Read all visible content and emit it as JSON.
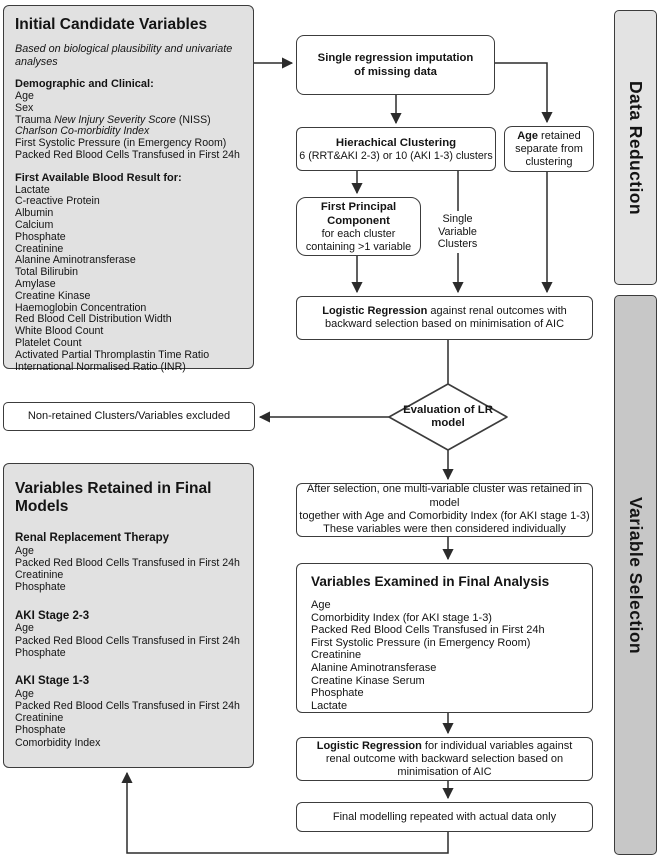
{
  "colors": {
    "node_border": "#3c3c3c",
    "gray_box": "#e1e1e1",
    "data_reduction_label_bg": "#e3e3e3",
    "variable_selection_label_bg": "#c7c7c7",
    "arrow": "#2b2b2b"
  },
  "initial_box": {
    "title": "Initial Candidate Variables",
    "subtitle": "Based on biological plausibility and univariate analyses",
    "demographic": {
      "header": "Demographic and Clinical:",
      "age": "Age",
      "sex": "Sex",
      "trauma_prefix": "Trauma ",
      "trauma_italic": "New Injury Severity Score",
      "trauma_suffix": " (NISS)",
      "charlson": "Charlson Co-morbidity Index",
      "systolic": "First Systolic Pressure (in Emergency Room)",
      "prbc": "Packed Red Blood Cells Transfused in First 24h"
    },
    "blood": {
      "header": "First Available Blood Result for:",
      "items": [
        "Lactate",
        "C-reactive Protein",
        "Albumin",
        "Calcium",
        "Phosphate",
        "Creatinine",
        "Alanine Aminotransferase",
        "Total Bilirubin",
        "Amylase",
        "Creatine Kinase",
        "Haemoglobin Concentration",
        "Red Blood Cell Distribution Width",
        "White Blood Count",
        "Platelet Count",
        "Activated Partial Thromplastin Time Ratio",
        "International Normalised Ratio (INR)"
      ]
    }
  },
  "flow": {
    "imputation_lines": [
      "Single regression imputation",
      "of missing data"
    ],
    "clustering": {
      "title": "Hierachical Clustering",
      "subtitle": "6 (RRT&AKI 2-3) or 10 (AKI 1-3) clusters"
    },
    "age_retained": {
      "bold": "Age",
      "rest": " retained separate from clustering"
    },
    "fpc": {
      "bold": "First Principal Component",
      "rest": "for each cluster containing >1 variable"
    },
    "single_variable_label": "Single Variable Clusters",
    "lr1": {
      "bold": "Logistic Regression",
      "rest": " against renal outcomes with backward selection based on minimisation of AIC"
    },
    "evaluation": "Evaluation of LR model",
    "excluded": "Non-retained Clusters/Variables excluded",
    "after_lines": [
      "After selection, one multi-variable cluster was retained in model",
      "together with Age and Comorbidity Index (for AKI stage 1-3)",
      "These variables were then considered individually"
    ],
    "examined": {
      "title": "Variables Examined in Final Analysis",
      "items": [
        "Age",
        "Comorbidity Index (for AKI stage 1-3)",
        "Packed Red Blood Cells Transfused in First 24h",
        "First Systolic Pressure (in Emergency Room)",
        "Creatinine",
        "Alanine Aminotransferase",
        "Creatine Kinase Serum",
        "Phosphate",
        "Lactate"
      ]
    },
    "lr2": {
      "bold": "Logistic Regression",
      "rest": " for individual variables against renal outcome with backward selection based on minimisation of AIC"
    },
    "final": "Final modelling repeated with actual data only"
  },
  "retained_box": {
    "title": "Variables Retained in Final Models",
    "sections": [
      {
        "header": "Renal Replacement Therapy",
        "items": [
          "Age",
          "Packed Red Blood Cells Transfused in First 24h",
          "Creatinine",
          "Phosphate"
        ]
      },
      {
        "header": "AKI Stage 2-3",
        "items": [
          "Age",
          "Packed Red Blood Cells Transfused in First 24h",
          "Phosphate"
        ]
      },
      {
        "header": "AKI Stage 1-3",
        "items": [
          "Age",
          "Packed Red Blood Cells Transfused in First 24h",
          "Creatinine",
          "Phosphate",
          "Comorbidity Index"
        ]
      }
    ]
  },
  "side_labels": {
    "data_reduction": "Data Reduction",
    "variable_selection": "Variable Selection"
  }
}
